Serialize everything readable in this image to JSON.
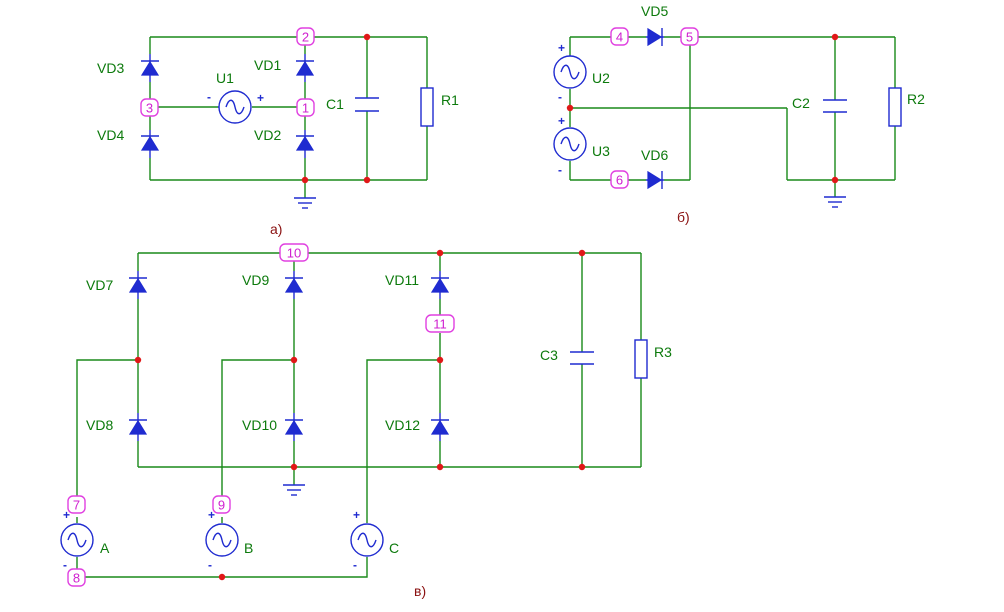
{
  "captions": {
    "a": "а)",
    "b": "б)",
    "c": "в)"
  },
  "circuit_a": {
    "diodes": [
      "VD3",
      "VD4",
      "VD1",
      "VD2"
    ],
    "source": "U1",
    "source_minus": "-",
    "source_plus": "+",
    "capacitor": "C1",
    "resistor": "R1",
    "nodes": [
      "1",
      "2",
      "3"
    ]
  },
  "circuit_b": {
    "sources": [
      "U2",
      "U3"
    ],
    "diodes": [
      "VD5",
      "VD6"
    ],
    "capacitor": "C2",
    "resistor": "R2",
    "nodes": [
      "4",
      "5",
      "6"
    ],
    "plus": "+",
    "minus": "-"
  },
  "circuit_c": {
    "diodes": [
      "VD7",
      "VD8",
      "VD9",
      "VD10",
      "VD11",
      "VD12"
    ],
    "sources": [
      "A",
      "B",
      "C"
    ],
    "capacitor": "C3",
    "resistor": "R3",
    "nodes": [
      "7",
      "8",
      "9",
      "10",
      "11"
    ],
    "plus": "+",
    "minus": "-"
  },
  "colors": {
    "wire": "#1a8a1a",
    "component": "#1f2bd0",
    "junction": "#e01818",
    "node_marker": "#e040e0"
  }
}
